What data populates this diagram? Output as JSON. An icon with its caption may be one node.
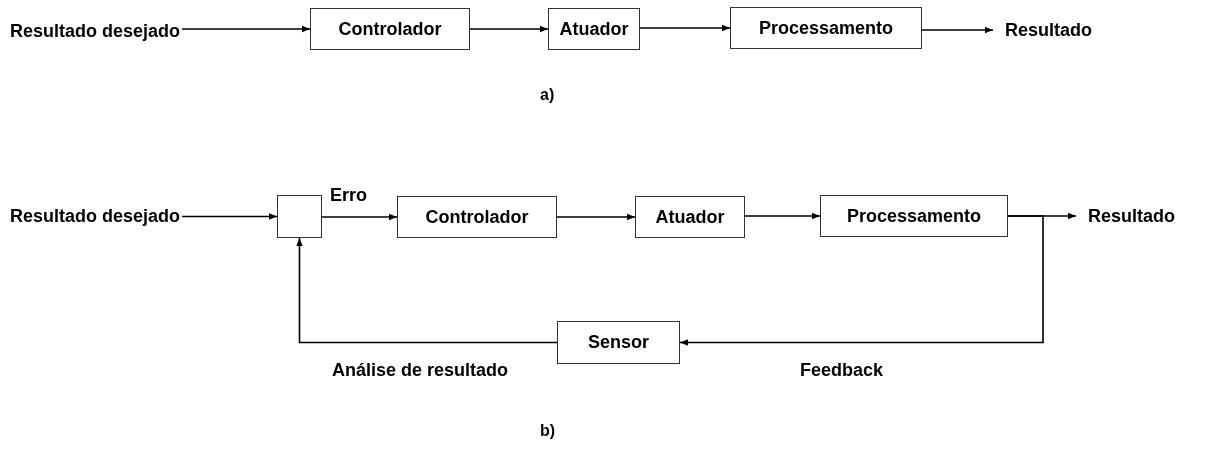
{
  "diagram": {
    "nodes": [
      {
        "text": [
          "Resultado desejado"
        ]
      },
      {
        "text": [
          "Controlador"
        ]
      },
      {
        "text": [
          "Atuador"
        ]
      },
      {
        "text": [
          "Processamento"
        ]
      },
      {
        "text": [
          "Resultado"
        ]
      },
      {
        "text": [
          "Resultado desejado"
        ]
      },
      {
        "text": [],
        "shape": "box"
      },
      {
        "text": [
          "Controlador"
        ]
      },
      {
        "text": [
          "Atuador"
        ]
      },
      {
        "text": [
          "Processamento"
        ]
      },
      {
        "text": [
          "Resultado"
        ]
      },
      {
        "text": [
          "Sensor"
        ]
      }
    ],
    "edges": [
      {
        "from": 0,
        "to": 1,
        "arrow": "to"
      },
      {
        "from": 1,
        "to": 2,
        "arrow": "to"
      },
      {
        "from": 2,
        "to": 3,
        "arrow": "to"
      },
      {
        "from": 3,
        "to": 4,
        "arrow": "to"
      },
      {
        "from": 5,
        "to": 6,
        "arrow": "to"
      },
      {
        "from": 6,
        "to": 7,
        "arrow": "to",
        "label": "Erro"
      },
      {
        "from": 7,
        "to": 8,
        "arrow": "to"
      },
      {
        "from": 8,
        "to": 9,
        "arrow": "to"
      },
      {
        "from": 9,
        "to": 10,
        "arrow": "to"
      },
      {
        "from": 9,
        "to": 11,
        "arrow": "to",
        "label": "Feedback"
      },
      {
        "from": 11,
        "to": 6,
        "arrow": "to",
        "label": "Análise de resultado"
      }
    ],
    "labels": [
      "a)",
      "b)"
    ]
  }
}
